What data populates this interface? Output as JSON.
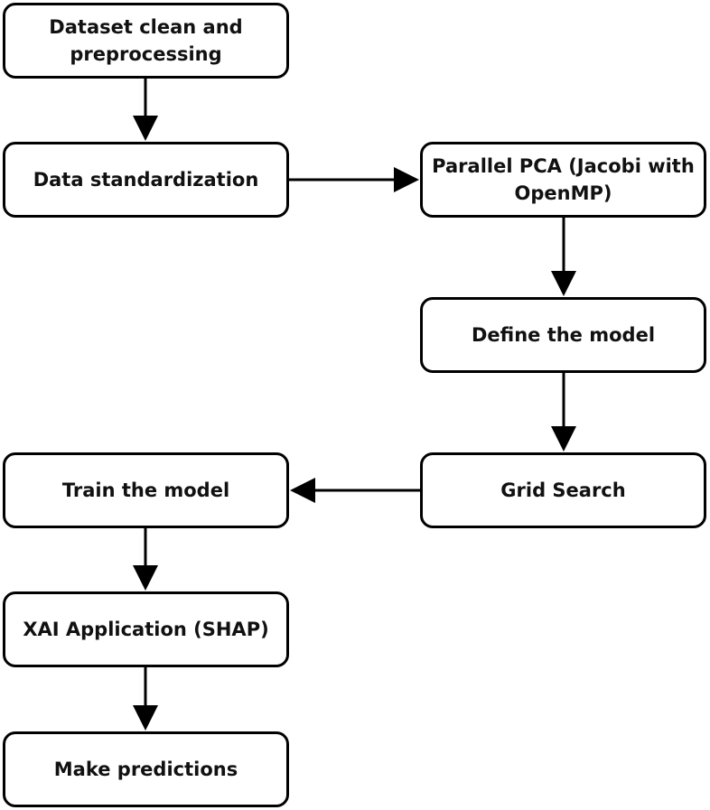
{
  "nodes": {
    "dataset": {
      "line1": "Dataset clean and",
      "line2": "preprocessing"
    },
    "standardize": {
      "label": "Data standardization"
    },
    "pca": {
      "line1": "Parallel PCA (Jacobi with",
      "line2": "OpenMP)"
    },
    "define": {
      "label": "Define the model"
    },
    "grid": {
      "label": "Grid Search"
    },
    "train": {
      "label": "Train the model"
    },
    "xai": {
      "label": "XAI Application (SHAP)"
    },
    "predict": {
      "label": "Make predictions"
    }
  },
  "edges": [
    {
      "from": "dataset",
      "to": "standardize"
    },
    {
      "from": "standardize",
      "to": "pca"
    },
    {
      "from": "pca",
      "to": "define"
    },
    {
      "from": "define",
      "to": "grid"
    },
    {
      "from": "grid",
      "to": "train"
    },
    {
      "from": "train",
      "to": "xai"
    },
    {
      "from": "xai",
      "to": "predict"
    }
  ],
  "colors": {
    "stroke": "#000000",
    "fill": "#ffffff",
    "text": "#111111"
  }
}
